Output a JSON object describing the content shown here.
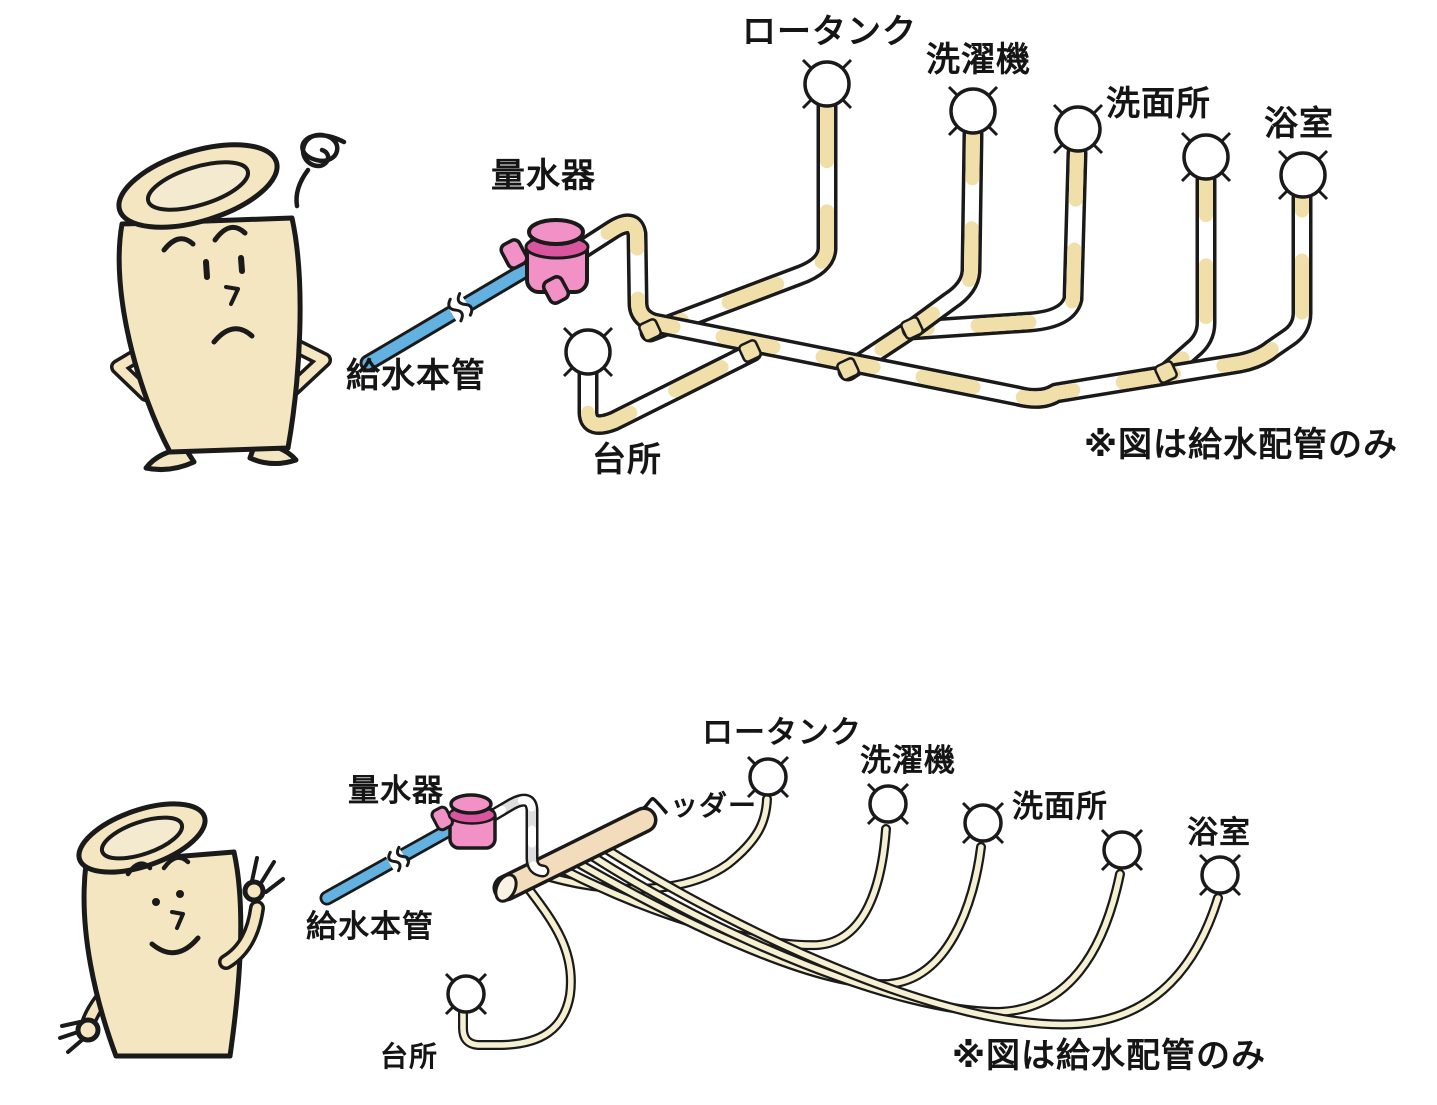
{
  "colors": {
    "outline": "#1a1a1a",
    "pipe_beige": "#f0dfa9",
    "water_main_blue": "#62b1e0",
    "meter_pink": "#f191c5",
    "meter_pink_dark": "#d9569e",
    "tube_cream": "#f6f0d2",
    "header_tan": "#f2dcbb",
    "gray_pipe": "#dedede",
    "character_cream": "#f3e6c0"
  },
  "top_diagram": {
    "labels": {
      "water_meter": "量水器",
      "water_main": "給水本管",
      "kitchen": "台所",
      "toilet_tank": "ロータンク",
      "washing_machine": "洗濯機",
      "washroom": "洗面所",
      "bathroom": "浴室",
      "note": "※図は給水配管のみ"
    }
  },
  "bottom_diagram": {
    "labels": {
      "water_meter": "量水器",
      "water_main": "給水本管",
      "kitchen": "台所",
      "header": "ヘッダー",
      "toilet_tank": "ロータンク",
      "washing_machine": "洗濯機",
      "washroom": "洗面所",
      "bathroom": "浴室",
      "note": "※図は給水配管のみ"
    }
  }
}
